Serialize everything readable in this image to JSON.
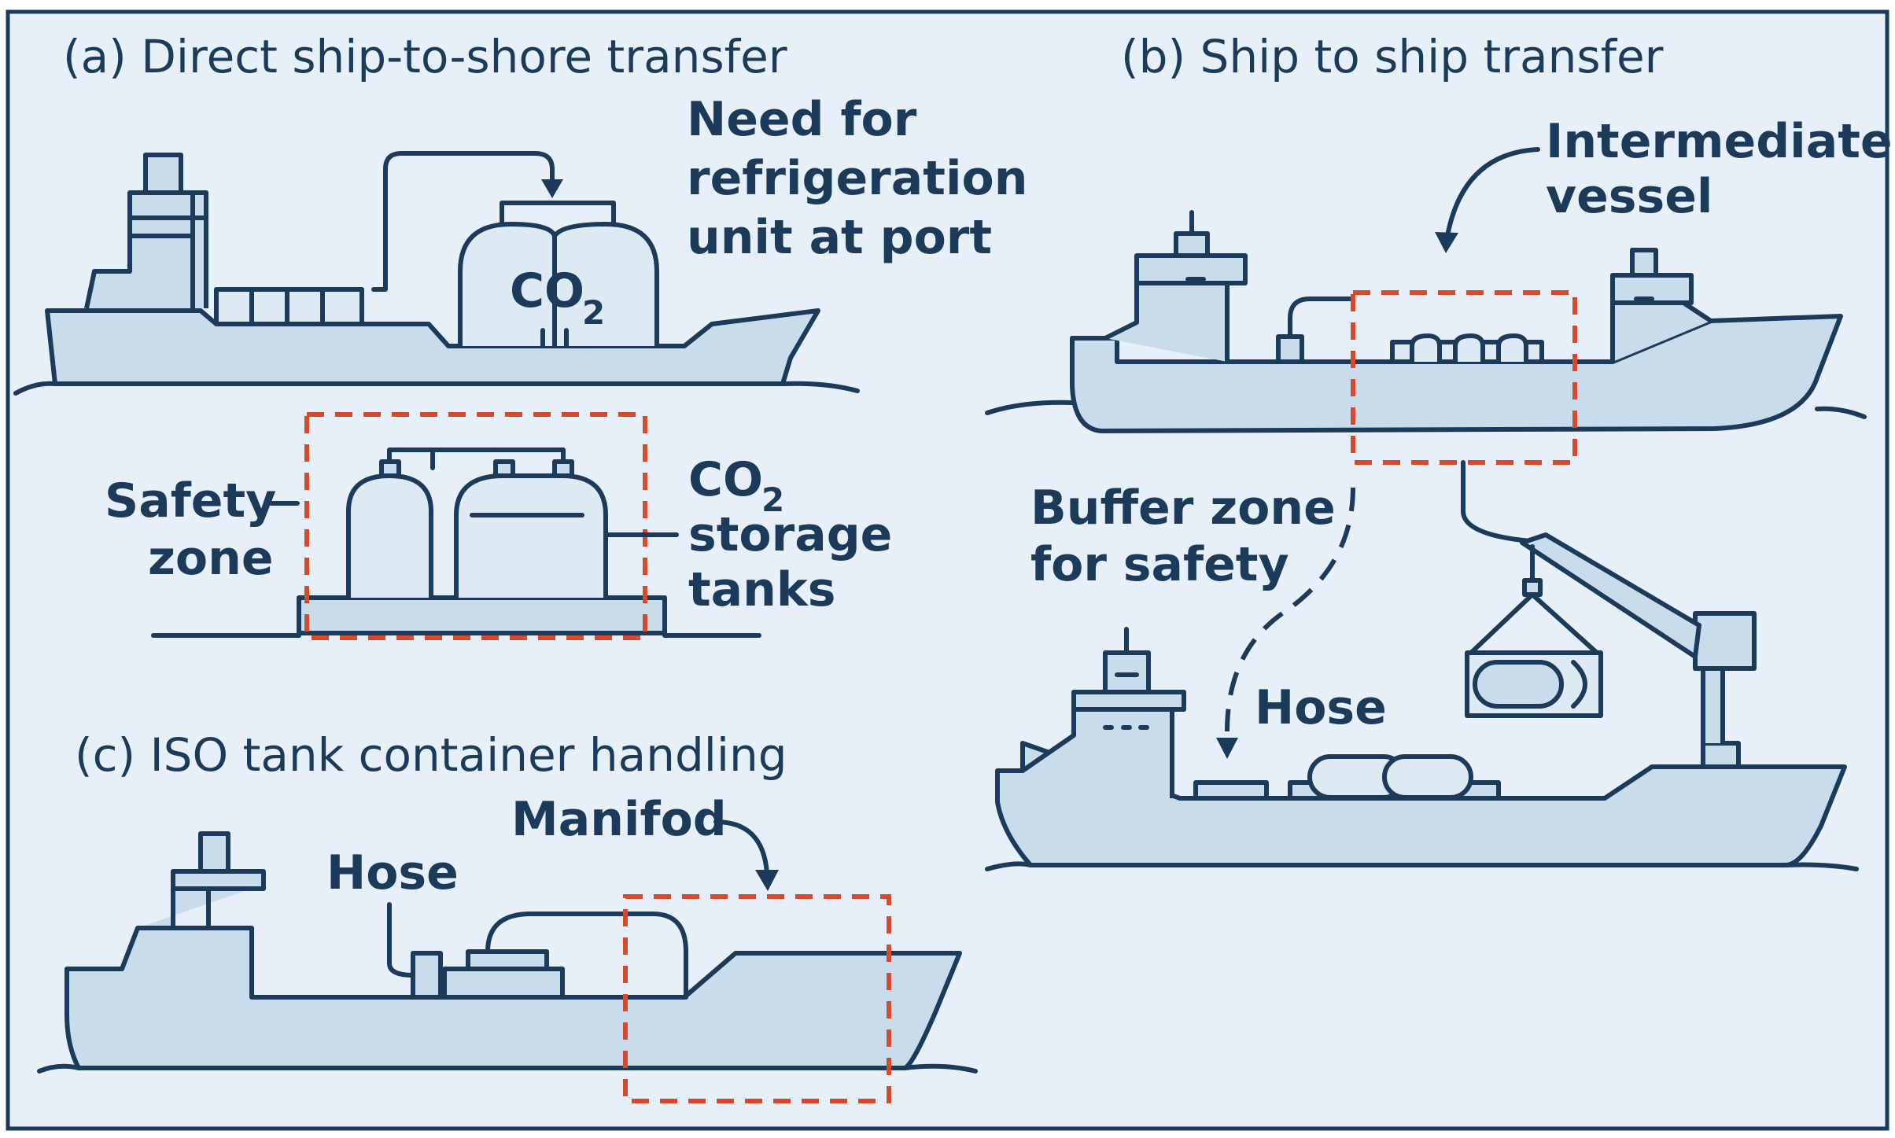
{
  "panels": {
    "a": {
      "title": "(a)  Direct ship-to-shore transfer",
      "refrigeration_note": [
        "Need for",
        "refrigeration",
        "unit at port"
      ],
      "co2_label": "CO",
      "co2_subscript": "2",
      "safety_zone_label": [
        "Safety",
        "zone"
      ],
      "storage_label_co2": "CO",
      "storage_label_sub": "2",
      "storage_label": [
        "storage",
        "tanks"
      ]
    },
    "b": {
      "title": "(b)  Ship to ship transfer",
      "intermediate_label": [
        "Intermediate",
        "vessel"
      ],
      "buffer_label": [
        "Buffer zone",
        "for safety"
      ],
      "hose_label": "Hose"
    },
    "c": {
      "title": "(c)  ISO tank container handling",
      "hose_label": "Hose",
      "manifold_label": "Manifod"
    }
  },
  "colors": {
    "background": "#e7f0f8",
    "ink": "#1c3a59",
    "hull_fill": "#c9dceb",
    "zone_outline": "#d8482a"
  }
}
